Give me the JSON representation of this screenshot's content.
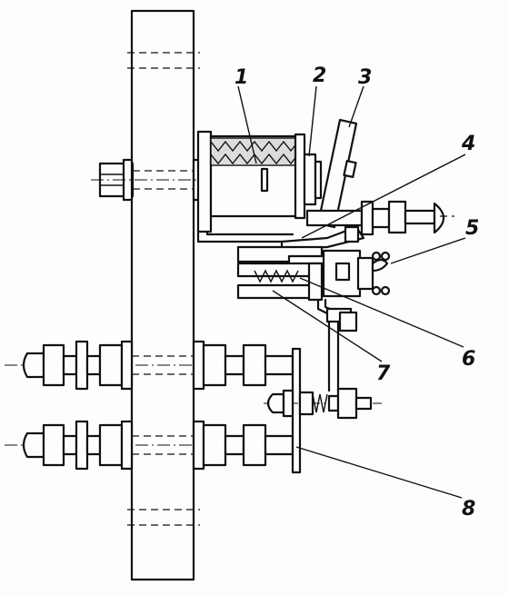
{
  "callouts": [
    {
      "id": "1",
      "text": "1"
    },
    {
      "id": "2",
      "text": "2"
    },
    {
      "id": "3",
      "text": "3"
    },
    {
      "id": "4",
      "text": "4"
    },
    {
      "id": "5",
      "text": "5"
    },
    {
      "id": "6",
      "text": "6"
    },
    {
      "id": "7",
      "text": "7"
    },
    {
      "id": "8",
      "text": "8"
    }
  ],
  "colors": {
    "ink": "#111111",
    "paper": "#fdfdfb"
  }
}
